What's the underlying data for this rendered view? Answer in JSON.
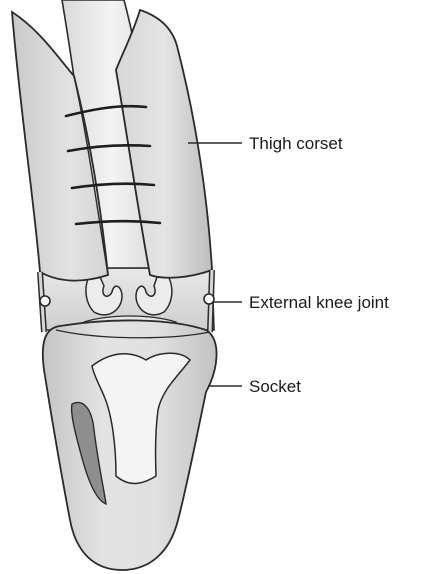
{
  "labels": {
    "thigh_corset": "Thigh corset",
    "external_knee_joint": "External knee joint",
    "socket": "Socket"
  },
  "colors": {
    "outline": "#2a2a2a",
    "fill_light": "#dcdcdc",
    "fill_mid": "#cfcfcf",
    "fill_dark": "#8e8e8e",
    "highlight": "#f4f4f4",
    "lacing": "#1e1e1e"
  }
}
